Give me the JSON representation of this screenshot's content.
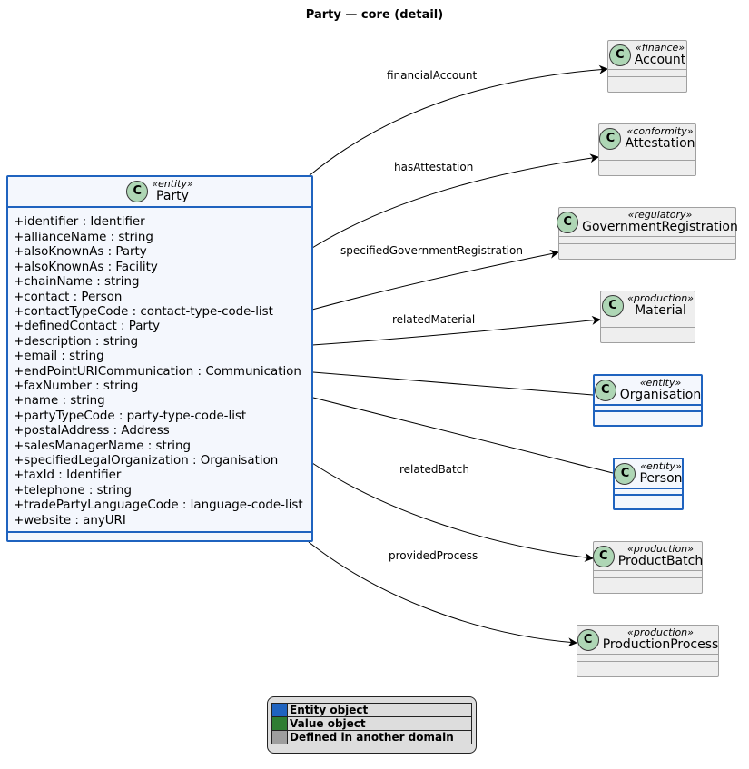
{
  "diagram": {
    "title": "Party — core (detail)"
  },
  "party": {
    "stereotype": "«entity»",
    "name": "Party",
    "attributes": [
      "+identifier : Identifier",
      "+allianceName : string",
      "+alsoKnownAs : Party",
      "+alsoKnownAs : Facility",
      "+chainName : string",
      "+contact : Person",
      "+contactTypeCode : contact-type-code-list",
      "+definedContact : Party",
      "+description : string",
      "+email : string",
      "+endPointURICommunication : Communication",
      "+faxNumber : string",
      "+name : string",
      "+partyTypeCode : party-type-code-list",
      "+postalAddress : Address",
      "+salesManagerName : string",
      "+specifiedLegalOrganization : Organisation",
      "+taxId : Identifier",
      "+telephone : string",
      "+tradePartyLanguageCode : language-code-list",
      "+website : anyURI"
    ]
  },
  "classes": {
    "account": {
      "stereotype": "«finance»",
      "name": "Account"
    },
    "attestation": {
      "stereotype": "«conformity»",
      "name": "Attestation"
    },
    "government_registration": {
      "stereotype": "«regulatory»",
      "name": "GovernmentRegistration"
    },
    "material": {
      "stereotype": "«production»",
      "name": "Material"
    },
    "organisation": {
      "stereotype": "«entity»",
      "name": "Organisation"
    },
    "person": {
      "stereotype": "«entity»",
      "name": "Person"
    },
    "product_batch": {
      "stereotype": "«production»",
      "name": "ProductBatch"
    },
    "production_process": {
      "stereotype": "«production»",
      "name": "ProductionProcess"
    }
  },
  "associations": {
    "financial_account": "financialAccount",
    "has_attestation": "hasAttestation",
    "specified_government_registration": "specifiedGovernmentRegistration",
    "related_material": "relatedMaterial",
    "related_batch": "relatedBatch",
    "provided_process": "providedProcess"
  },
  "class_badge": "C",
  "legend": {
    "items": [
      {
        "label": "Entity object",
        "color": "#1f63bf"
      },
      {
        "label": "Value object",
        "color": "#2e7d32"
      },
      {
        "label": "Defined in another domain",
        "color": "#9e9e9e"
      }
    ]
  },
  "colors": {
    "entity_border": "#1f63bf",
    "entity_fill": "#f4f7fd",
    "external_fill": "#eeeeee",
    "badge_fill": "#aed6b5"
  }
}
